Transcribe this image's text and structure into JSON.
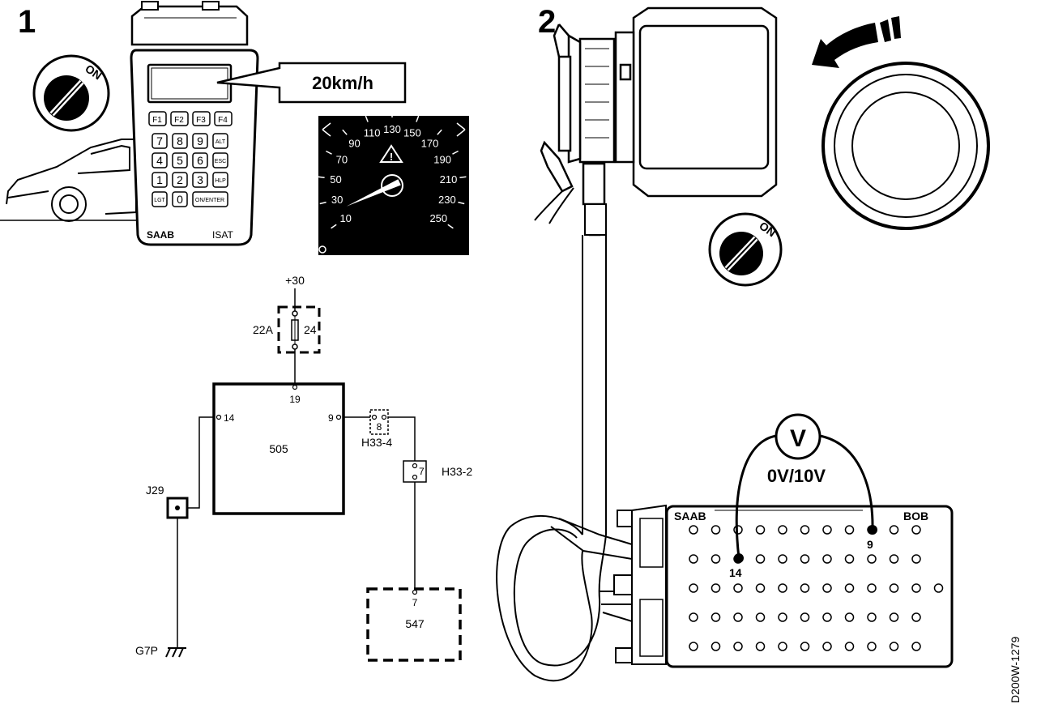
{
  "figure_1": {
    "number": "1",
    "ignition_label": "ON",
    "tester": {
      "display_callout": "20km/h",
      "keys": {
        "f1": "F1",
        "f2": "F2",
        "f3": "F3",
        "f4": "F4",
        "k7": "7",
        "k8": "8",
        "k9": "9",
        "alt": "ALT",
        "k4": "4",
        "k5": "5",
        "k6": "6",
        "esc": "ESC",
        "k1": "1",
        "k2": "2",
        "k3": "3",
        "hlp": "HLP",
        "lgt": "LGT",
        "k0": "0",
        "onenter": "ON/ENTER"
      },
      "brand": "SAAB",
      "model": "ISAT"
    },
    "speedometer": {
      "speed_labels": [
        "10",
        "30",
        "50",
        "70",
        "90",
        "110",
        "130",
        "150",
        "170",
        "190",
        "210",
        "230",
        "250"
      ],
      "needle_value_kmh": 20
    }
  },
  "wiring": {
    "supply": "+30",
    "fuse_name": "22A",
    "fuse_number": "24",
    "control_unit": "505",
    "cu_pin_top": "19",
    "cu_pin_left": "14",
    "cu_pin_right": "9",
    "h33_4_pin": "8",
    "h33_4_label": "H33-4",
    "h33_2_pin": "7",
    "h33_2_label": "H33-2",
    "j29_label": "J29",
    "g7p_label": "G7P",
    "unit_547": "547",
    "unit_547_pin": "7"
  },
  "figure_2": {
    "number": "2",
    "ignition_label": "ON",
    "voltmeter_symbol": "V",
    "reading": "0V/10V",
    "bob_brand": "SAAB",
    "bob_label": "BOB",
    "probe_pin_a": "14",
    "probe_pin_b": "9"
  },
  "doc_ref": "D200W-1279"
}
